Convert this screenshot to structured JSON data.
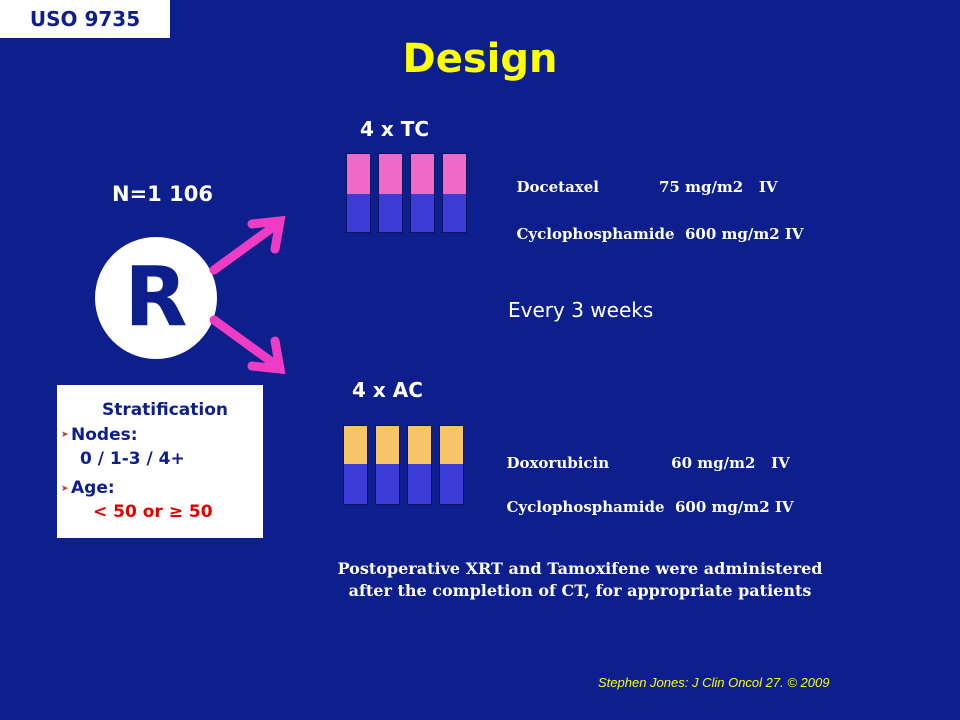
{
  "badge": "USO 9735",
  "title": "Design",
  "randomization": {
    "n_label": "N=1 106",
    "symbol": "R"
  },
  "arms": [
    {
      "name": "4 x TC",
      "cycles": 4,
      "top_color": "#f068c8",
      "drugs": [
        {
          "name": "Docetaxel",
          "dose": "75 mg/m2",
          "route": "IV"
        },
        {
          "name": "Cyclophosphamide",
          "dose": "600 mg/m2",
          "route": "IV"
        }
      ]
    },
    {
      "name": "4 x AC",
      "cycles": 4,
      "top_color": "#f8c468",
      "drugs": [
        {
          "name": "Doxorubicin",
          "dose": "60 mg/m2",
          "route": "IV"
        },
        {
          "name": "Cyclophosphamide",
          "dose": "600 mg/m2",
          "route": "IV"
        }
      ]
    }
  ],
  "schedule": "Every 3 weeks",
  "stratification": {
    "title": "Stratification",
    "items": [
      {
        "label": "Nodes:",
        "values": "0 / 1-3 / 4+"
      },
      {
        "label": "Age:",
        "values": "< 50 or ≥ 50"
      }
    ]
  },
  "note": [
    "Postoperative XRT and Tamoxifene were administered",
    "after the completion of CT, for appropriate patients"
  ],
  "citation": "Stephen Jones: J Clin Oncol 27. © 2009",
  "colors": {
    "background": "#0d1f8c",
    "title": "#ffff00",
    "arrow": "#f03cc4",
    "cycle_bottom": "#3b3bd6",
    "age_values": "#e00000"
  }
}
